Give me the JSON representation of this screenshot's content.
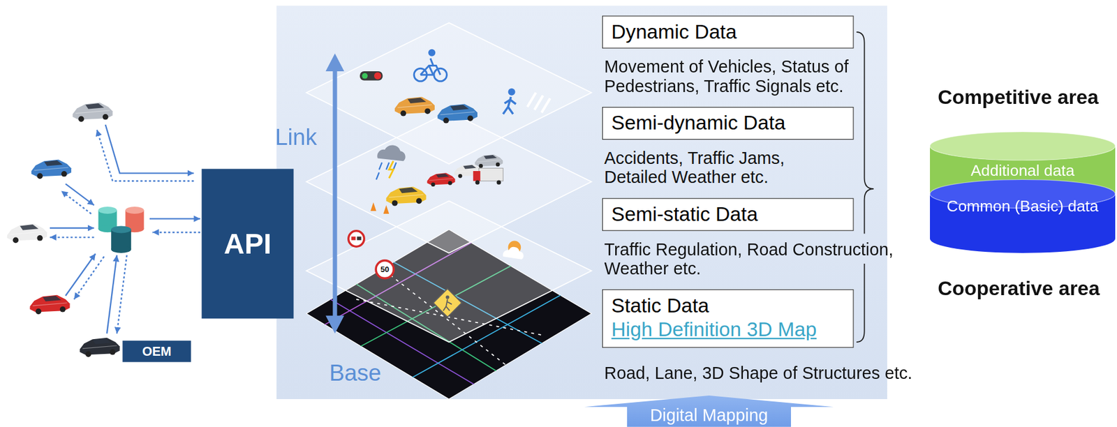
{
  "diagram": {
    "nodes": [
      {
        "text": [
          "API"
        ]
      },
      {
        "text": [
          "OEM"
        ]
      },
      {
        "text": [
          "Dynamic Data"
        ]
      },
      {
        "text": [
          "Semi-dynamic Data"
        ]
      },
      {
        "text": [
          "Semi-static Data"
        ]
      },
      {
        "text": [
          "Static Data",
          "High Definition 3D Map"
        ]
      },
      {
        "text": [
          "Digital Mapping"
        ]
      },
      {
        "text": [
          "Additional data"
        ]
      },
      {
        "text": [
          "Common (Basic) data"
        ]
      }
    ],
    "labels": [
      "Link",
      "Base",
      "50",
      "Movement of Vehicles, Status of Pedestrians, Traffic Signals etc.",
      "Accidents, Traffic Jams, Detailed Weather etc.",
      "Traffic Regulation, Road Construction, Weather etc.",
      "Road, Lane, 3D Shape of Structures etc.",
      "Competitive area",
      "Cooperative area"
    ]
  }
}
